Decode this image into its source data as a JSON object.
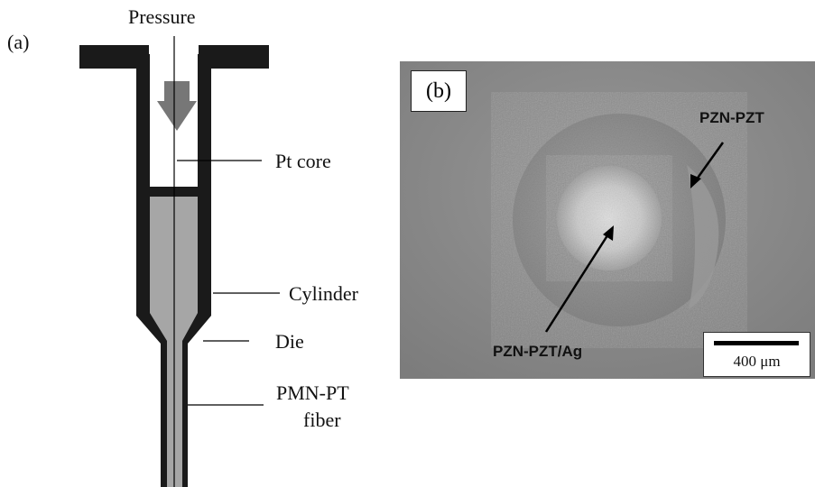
{
  "panel_a": {
    "tag": "(a)",
    "pressure_label": "Pressure",
    "pt_core_label": "Pt core",
    "cylinder_label": "Cylinder",
    "die_label": "Die",
    "fiber_label_line1": "PMN-PT",
    "fiber_label_line2": "fiber"
  },
  "panel_b": {
    "tag": "(b)",
    "outer_label": "PZN-PZT",
    "core_label": "PZN-PZT/Ag",
    "scale_text": "400 μm"
  },
  "colors": {
    "cylinder": "#1a1a1a",
    "fiber": "#a6a6a6",
    "arrow": "#777777",
    "photo_background": "#8b8b8b"
  }
}
